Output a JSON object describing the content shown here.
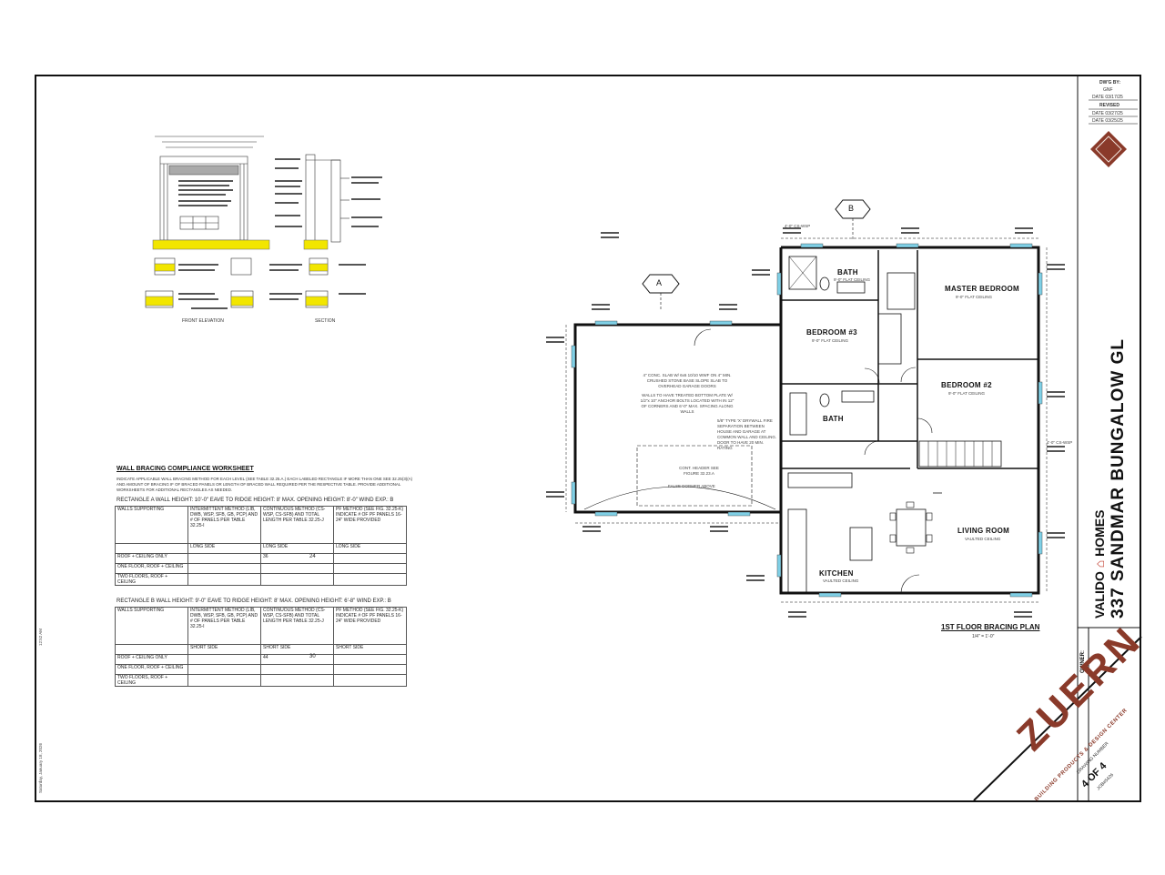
{
  "title_block": {
    "dwg_by_label": "DW'G BY:",
    "dwg_by": "GNF",
    "date_line": "DATE 03/17/25",
    "revised_label": "REVISED",
    "rev1": "DATE 03/27/25",
    "rev2": "DATE 03/25/25",
    "owner_label": "OWNER:",
    "project": "337 SANDMAR BUNGALOW GL",
    "builder_part1": "VALIDO",
    "builder_part2": "HOMES",
    "drawing_number_label": "DRAWING NUMBER",
    "sheet": "4 OF 4",
    "job": "JOB#5426",
    "company": "ZUERN",
    "company_sub": "BUILDING PRODUCTS & DESIGN CENTER",
    "brand_color": "#8a3a2a"
  },
  "stamp": {
    "date": "Saturday, January 18, 2026",
    "time": "12:52 AM"
  },
  "detail": {
    "front_label": "FRONT ELEVATION",
    "section_label": "SECTION",
    "highlight_color": "#f2e600"
  },
  "plan": {
    "title": "1ST FLOOR BRACING PLAN",
    "scale": "1/4\" = 1'-0\"",
    "marker_a": "A",
    "marker_b": "B",
    "rooms": {
      "master": "MASTER BEDROOM",
      "master_ceiling": "9'-0\" FLAT CEILING",
      "bed3": "BEDROOM #3",
      "bed3_ceiling": "9'-0\" FLAT CEILING",
      "bed2": "BEDROOM #2",
      "bed2_ceiling": "9'-0\" FLAT CEILING",
      "bath1": "BATH",
      "bath1_ceiling": "9'-0\" FLAT CEILING",
      "bath2": "BATH",
      "living": "LIVING ROOM",
      "living_ceiling": "VAULTED CEILING",
      "kitchen": "KITCHEN",
      "kitchen_ceiling": "VAULTED CEILING"
    },
    "garage_notes": "4\" CONC. SLAB W/ 6x6 10/10 WWF ON 4\" MIN. CRUSHED STONE BASE SLOPE SLAB TO OVERHEAD GARAGE DOORS",
    "garage_notes2": "WALLS TO HAVE TREATED BOTTOM PLATE W/ 1/2\"x 10\" ANCHOR BOLTS LOCATED WITH IN 12\" OF CORNERS AND 6'-0\" MAX. SPACING ALONG WALLS",
    "garage_notes3": "5/8\" TYPE 'X' DRYWALL FIRE SEPARATION BETWEEN HOUSE AND GARAGE AT COMMON WALL AND CEILING. DOOR TO HAVE 20 MIN. RATING",
    "header_note": "CONT. HEADER SEE FIGURE 32.23.A",
    "dormer_note": "FALSE DORMER ABOVE",
    "brace_tag": "4'-0\" CS-WSP"
  },
  "worksheet": {
    "title": "WALL BRACING COMPLIANCE WORKSHEET",
    "intro": "INDICATE APPLICABLE WALL BRACING METHOD FOR EACH LEVEL (SEE TABLE 32.25.A.) EACH LABELED RECTANGLE IF MORE THAN ONE SEE 32.25(3)(A) AND AMOUNT OF BRACING IF OF BRACED PANELS OR LENGTH OF BRACED WALL REQUIRED PER THE RESPECTIVE TABLE. PROVIDE ADDITIONAL WORKSHEETS FOR ADDITIONAL RECTANGLES AS NEEDED.",
    "rect_a": "RECTANGLE A   WALL HEIGHT: 10'-0\"   EAVE TO RIDGE HEIGHT: 8'   MAX. OPENING HEIGHT: 8'-0\"   WIND EXP.: B",
    "rect_b": "RECTANGLE B   WALL HEIGHT: 9'-0\"   EAVE TO RIDGE HEIGHT: 8'   MAX. OPENING HEIGHT: 6'-8\"   WIND EXP.: B",
    "col1": "WALLS SUPPORTING",
    "col2": "INTERMITTENT METHOD (LIB, DWB, WSP, SFB, GB, PCP) AND # OF PANELS PER TABLE 32.25-I",
    "col3": "CONTINUOUS METHOD (CS-WSP, CS-SFB) AND TOTAL LENGTH PER TABLE 32.25-J",
    "col4": "PF METHOD (SEE FIG. 32.25-K) INDICATE # OF PF PANELS 16-24\" WIDE PROVIDED",
    "long_side": "LONG SIDE",
    "short_side": "SHORT SIDE",
    "row1": "ROOF + CEILING ONLY",
    "row2": "ONE FLOOR, ROOF + CEILING",
    "row3": "TWO FLOORS, ROOF + CEILING",
    "a_long": "36",
    "a_short": "24",
    "b_long": "44",
    "b_short": "30"
  }
}
